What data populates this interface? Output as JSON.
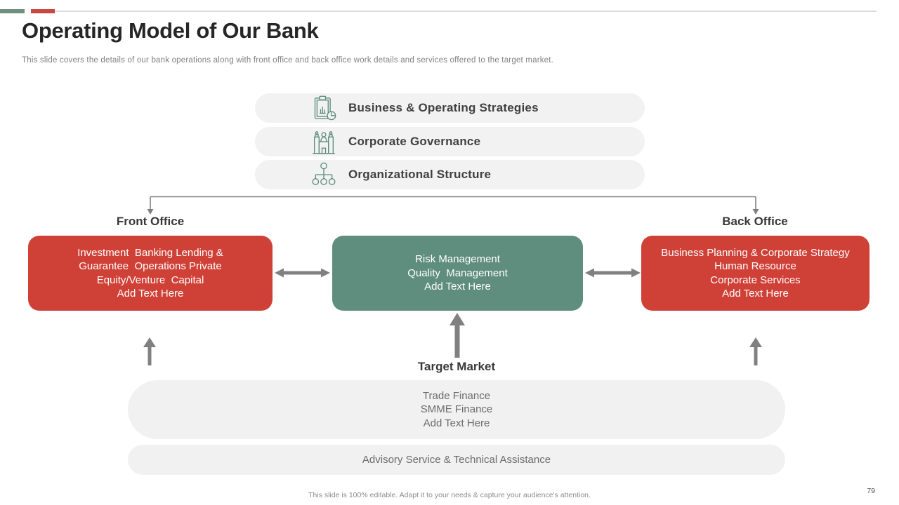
{
  "slide": {
    "title": "Operating Model of Our Bank",
    "subtitle": "This slide covers the details of our bank operations along with front office and back office work details and services offered to the target market.",
    "footer": "This slide is 100% editable. Adapt it to your needs & capture your audience's attention.",
    "page_number": "79"
  },
  "colors": {
    "accent_green": "#6d9081",
    "accent_red": "#c9473f",
    "box_red": "#cf4037",
    "box_green": "#5f8d7e",
    "pill_gray": "#f2f2f2",
    "arrow_gray": "#808080",
    "icon_green": "#5d8b7b",
    "heading_dark": "#262626"
  },
  "strategy_pills": [
    {
      "label": "Business & Operating Strategies",
      "icon": "clipboard-chart-icon"
    },
    {
      "label": "Corporate Governance",
      "icon": "bank-building-icon"
    },
    {
      "label": "Organizational Structure",
      "icon": "org-chart-icon"
    }
  ],
  "offices": {
    "front_label": "Front Office",
    "back_label": "Back Office"
  },
  "boxes": {
    "front_office": {
      "lines": "Investment  Banking Lending &\nGuarantee  Operations Private\nEquity/Venture  Capital\nAdd Text Here"
    },
    "middle": {
      "lines": "Risk Management\nQuality  Management\nAdd Text Here"
    },
    "back_office": {
      "lines": "Business Planning & Corporate Strategy\nHuman Resource\nCorporate Services\nAdd Text Here"
    }
  },
  "target_market": {
    "label": "Target Market",
    "segments": "Trade Finance\nSMME Finance\nAdd Text Here",
    "advisory": "Advisory Service & Technical Assistance"
  }
}
